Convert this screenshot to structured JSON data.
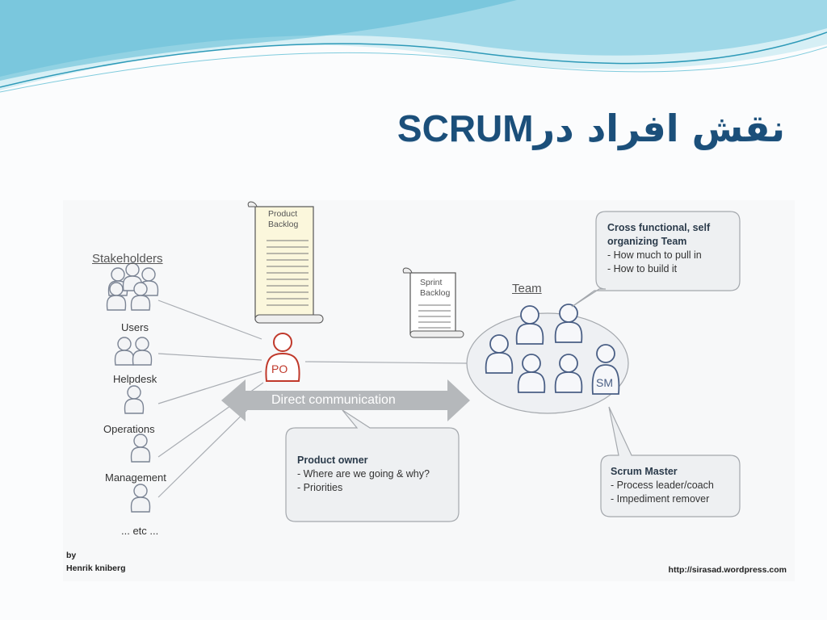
{
  "slide": {
    "title_rtl_part": "نقش افراد در",
    "title_ltr_part": "SCRUM"
  },
  "diagram": {
    "product_backlog": [
      "Product",
      "Backlog"
    ],
    "sprint_backlog": [
      "Sprint",
      "Backlog"
    ],
    "stakeholders_heading": "Stakeholders",
    "stakeholder_groups": [
      "Users",
      "Helpdesk",
      "Operations",
      "Management",
      "... etc ..."
    ],
    "po_label": "PO",
    "sm_label": "SM",
    "team_heading": "Team",
    "direct_communication": "Direct communication",
    "team_callout": {
      "heading_line1": "Cross functional, self",
      "heading_line2": "organizing Team",
      "items": [
        "- How much to pull in",
        "- How to build it"
      ]
    },
    "product_owner_callout": {
      "heading": "Product owner",
      "items": [
        "- Where are we going & why?",
        "- Priorities"
      ]
    },
    "scrum_master_callout": {
      "heading": "Scrum Master",
      "items": [
        "- Process leader/coach",
        "- Impediment remover"
      ]
    },
    "credit": {
      "by": "by",
      "author": "Henrik kniberg"
    },
    "source_url": "http://sirasad.wordpress.com"
  },
  "colors": {
    "title": "#1b4f7a",
    "wave_light": "#bfe6f0",
    "wave_dark": "#3aa7c6",
    "person_outline": "#4a5f85",
    "po_red": "#c0392b",
    "arrow_gray": "#b5b8bb"
  }
}
